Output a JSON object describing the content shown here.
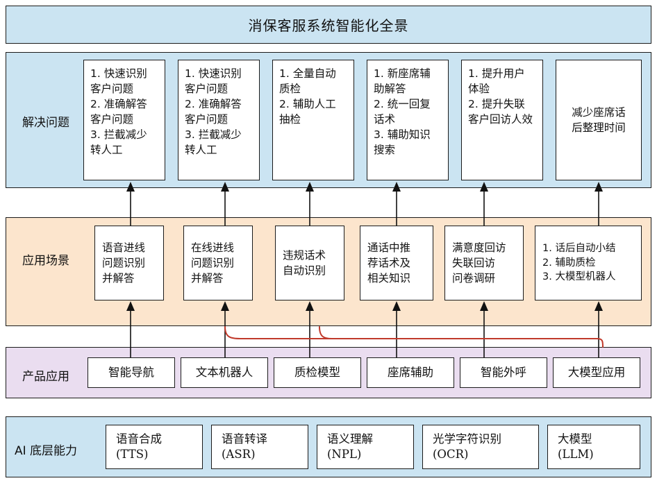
{
  "header": {
    "title": "消保客服系统智能化全景"
  },
  "colors": {
    "band_blue": "#cbe4f2",
    "band_orange": "#fce5cd",
    "band_purple": "#eaddf0",
    "card_white": "#ffffff",
    "stroke": "#1a1a1a",
    "red_link": "#c0392b"
  },
  "rows": {
    "solve": {
      "label": "解决问题",
      "cards": [
        {
          "text": "1. 快速识别\n客户问题\n2. 准确解答\n客户问题\n3. 拦截减少\n转人工",
          "align": "left"
        },
        {
          "text": "1. 快速识别\n客户问题\n2. 准确解答\n客户问题\n3. 拦截减少\n转人工",
          "align": "left"
        },
        {
          "text": "1. 全量自动\n质检\n2. 辅助人工\n抽检",
          "align": "left"
        },
        {
          "text": "1. 新座席辅\n助解答\n2. 统一回复\n话术\n3. 辅助知识\n搜索",
          "align": "left"
        },
        {
          "text": "1. 提升用户\n体验\n2. 提升失联\n客户回访人效",
          "align": "left"
        },
        {
          "text": "减少座席话\n后整理时间",
          "align": "center"
        }
      ]
    },
    "scene": {
      "label": "应用场景",
      "cards": [
        {
          "text": "语音进线\n问题识别\n并解答",
          "align": "left"
        },
        {
          "text": "在线进线\n问题识别\n并解答",
          "align": "left"
        },
        {
          "text": "违规话术\n自动识别",
          "align": "left"
        },
        {
          "text": "通话中推\n荐话术及\n相关知识",
          "align": "left"
        },
        {
          "text": "满意度回访\n失联回访\n问卷调研",
          "align": "left"
        },
        {
          "text": "1. 话后自动小结\n2. 辅助质检\n3. 大模型机器人",
          "align": "left"
        }
      ]
    },
    "product": {
      "label": "产品应用",
      "cards": [
        {
          "text": "智能导航"
        },
        {
          "text": "文本机器人"
        },
        {
          "text": "质检模型"
        },
        {
          "text": "座席辅助"
        },
        {
          "text": "智能外呼"
        },
        {
          "text": "大模型应用"
        }
      ]
    },
    "ai": {
      "label": "AI 底层能力",
      "cards": [
        {
          "cn": "语音合成",
          "en": "(TTS)"
        },
        {
          "cn": "语音转译",
          "en": "(ASR)"
        },
        {
          "cn": "语义理解",
          "en": "(NPL)"
        },
        {
          "cn": "光学字符识别",
          "en": "(OCR)"
        },
        {
          "cn": "大模型",
          "en": "(LLM)"
        }
      ]
    }
  }
}
